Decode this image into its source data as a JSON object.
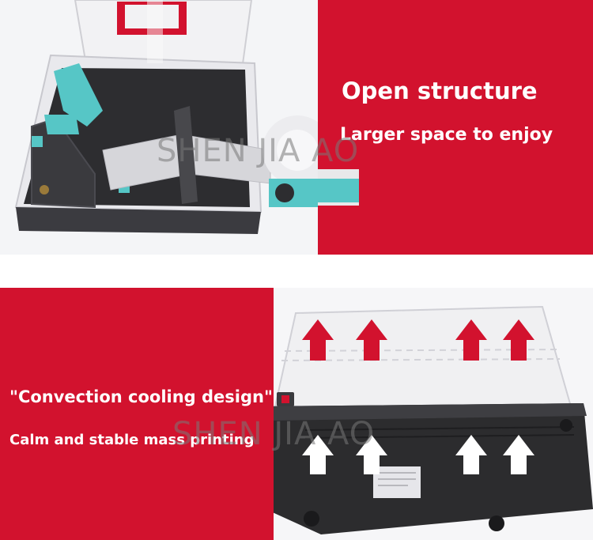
{
  "top": {
    "headline": "Open structure",
    "subline": "Larger space to enjoy",
    "watermark": "SHEN JIA AO"
  },
  "bottom": {
    "headline": "\"Convection cooling design\"",
    "subline": "Calm and stable mass printing",
    "watermark": "SHEN JIA AO"
  },
  "colors": {
    "brand_red": "#d2122e",
    "accent_teal": "#56c6c6",
    "printer_dark": "#2c2c2e",
    "printer_white": "#f0f0f2"
  },
  "icons": [
    "up-arrow-icon",
    "power-switch-icon"
  ]
}
